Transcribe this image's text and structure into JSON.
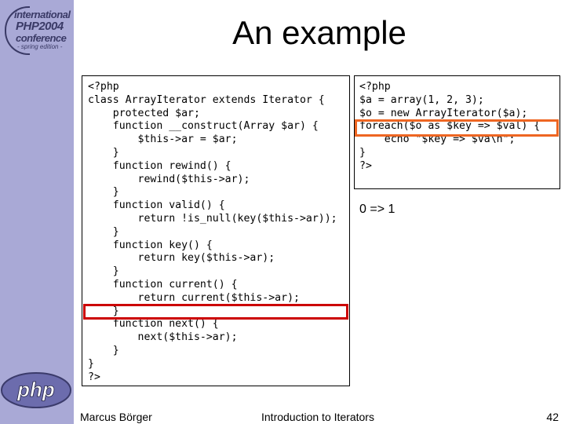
{
  "slide": {
    "title": "An example",
    "conference_logo": {
      "line1": "international",
      "line2": "PHP2004",
      "line3": "conference",
      "line4": "- spring edition -"
    },
    "php_logo_text": "php"
  },
  "code": {
    "left_lines": [
      "<?php",
      "class ArrayIterator extends Iterator {",
      "    protected $ar;",
      "    function __construct(Array $ar) {",
      "        $this->ar = $ar;",
      "    }",
      "    function rewind() {",
      "        rewind($this->ar);",
      "    }",
      "    function valid() {",
      "        return !is_null(key($this->ar));",
      "    }",
      "    function key() {",
      "        return key($this->ar);",
      "    }",
      "    function current() {",
      "        return current($this->ar);",
      "    }",
      "    function next() {",
      "        next($this->ar);",
      "    }",
      "}",
      "?>"
    ],
    "right_lines": [
      "<?php",
      "$a = array(1, 2, 3);",
      "$o = new ArrayIterator($a);",
      "foreach($o as $key => $val) {",
      "    echo \"$key => $va\\n\";",
      "}",
      "?>"
    ]
  },
  "output": {
    "result": "0 => 1"
  },
  "highlight_colors": {
    "left_box": "#cc0000",
    "right_box": "#ee6622"
  },
  "footer": {
    "author": "Marcus Börger",
    "title": "Introduction to Iterators",
    "page": "42"
  }
}
